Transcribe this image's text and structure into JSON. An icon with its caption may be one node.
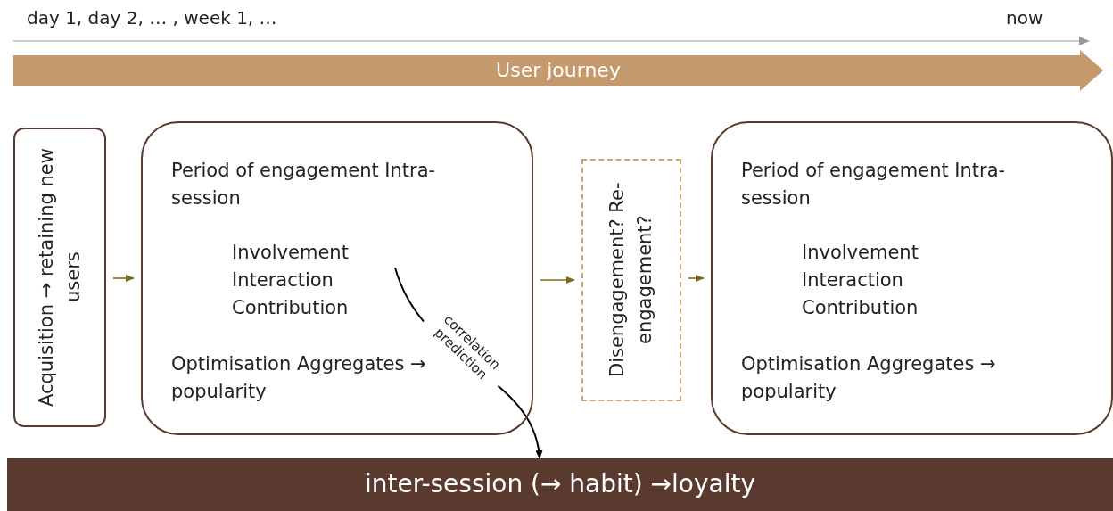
{
  "diagram": {
    "nodes": [
      {
        "text": [
          "User journey"
        ]
      },
      {
        "text": [
          "Acquisition → retaining new users"
        ]
      },
      {
        "text": [
          "Period of engagement Intra-session",
          "Optimisation Aggregates → popularity"
        ]
      },
      {
        "text": [
          "Involvement Interaction Contribution"
        ],
        "in": 2
      },
      {
        "text": [
          "Disengagement? Re-engagement?"
        ]
      },
      {
        "text": [
          "Period of engagement Intra-session",
          "Optimisation Aggregates → popularity"
        ]
      },
      {
        "text": [
          "Involvement Interaction Contribution"
        ],
        "in": 5
      },
      {
        "text": [
          "inter-session (→ habit) →loyalty"
        ]
      }
    ],
    "edges": [
      {
        "from": 1,
        "to": 2,
        "arrow": "to"
      },
      {
        "from": 2,
        "to": 4,
        "arrow": "to"
      },
      {
        "from": 4,
        "to": 5,
        "arrow": "to"
      },
      {
        "from": 3,
        "to": 7,
        "arrow": "to",
        "label": "correlation prediction",
        "color": "#000000"
      }
    ],
    "labels": [
      "day 1, day 2, … , week 1, …",
      "now"
    ]
  }
}
